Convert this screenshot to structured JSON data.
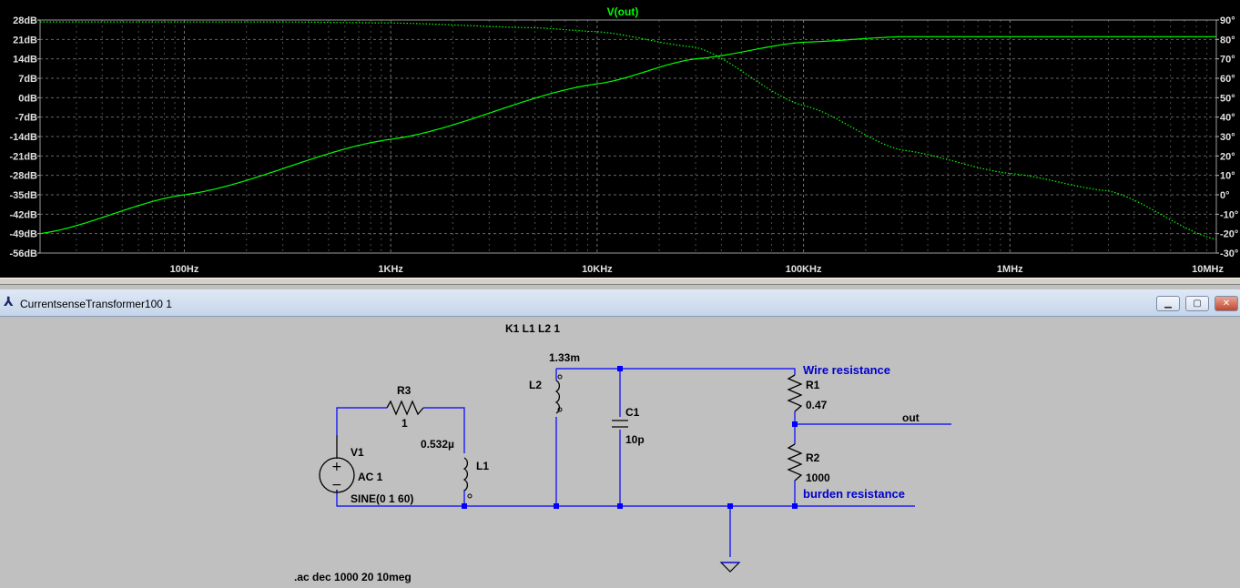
{
  "plot": {
    "title": "V(out)",
    "chart_data": {
      "type": "line",
      "title": "V(out)",
      "x_scale": "log",
      "xlim": [
        20,
        10000000
      ],
      "x_ticks": [
        "100Hz",
        "1KHz",
        "10KHz",
        "100KHz",
        "1MHz",
        "10MHz"
      ],
      "y_left_ticks": [
        "28dB",
        "21dB",
        "14dB",
        "7dB",
        "0dB",
        "-7dB",
        "-14dB",
        "-21dB",
        "-28dB",
        "-35dB",
        "-42dB",
        "-49dB",
        "-56dB"
      ],
      "y_right_ticks": [
        "90°",
        "80°",
        "70°",
        "60°",
        "50°",
        "40°",
        "30°",
        "20°",
        "10°",
        "0°",
        "-10°",
        "-20°",
        "-30°"
      ],
      "ylim_left": [
        -56,
        28
      ],
      "ylim_right": [
        -30,
        90
      ],
      "grid": true,
      "series": [
        {
          "style": "solid",
          "axis": "left",
          "x": [
            20,
            100,
            1000,
            10000,
            30000,
            100000,
            300000,
            1000000,
            10000000
          ],
          "y": [
            -49,
            -35,
            -15,
            5,
            14,
            20,
            22,
            22,
            22
          ]
        },
        {
          "style": "dotted",
          "axis": "right",
          "x": [
            20,
            300,
            1000,
            5000,
            10000,
            30000,
            100000,
            300000,
            1000000,
            3000000,
            10000000
          ],
          "y": [
            89,
            89,
            88.5,
            86,
            84,
            76,
            46,
            23,
            11,
            2,
            -23
          ]
        }
      ],
      "colors": {
        "trace": "#00ff00",
        "grid": "#808080",
        "background": "#000000"
      }
    }
  },
  "window": {
    "icon": "ltspice-schematic-icon",
    "title": "CurrentsenseTransformer100 1",
    "minimize": "▁",
    "maximize": "▢",
    "close": "✕"
  },
  "schematic": {
    "coupling": "K1 L1 L2 1",
    "V1": {
      "name": "V1",
      "value": "AC 1",
      "spec": "SINE(0 1 60)"
    },
    "R3": {
      "name": "R3",
      "value": "1"
    },
    "L1": {
      "name": "L1",
      "value": "0.532µ"
    },
    "L2": {
      "name": "L2",
      "value": "1.33m"
    },
    "C1": {
      "name": "C1",
      "value": "10p"
    },
    "R1": {
      "name": "R1",
      "value": "0.47",
      "comment": "Wire resistance"
    },
    "R2": {
      "name": "R2",
      "value": "1000",
      "comment": "burden resistance"
    },
    "net_label": "out",
    "directive": ".ac dec 1000 20 10meg",
    "colors": {
      "wire": "#0000ff",
      "component": "#000000",
      "comment": "#0000cc"
    }
  }
}
